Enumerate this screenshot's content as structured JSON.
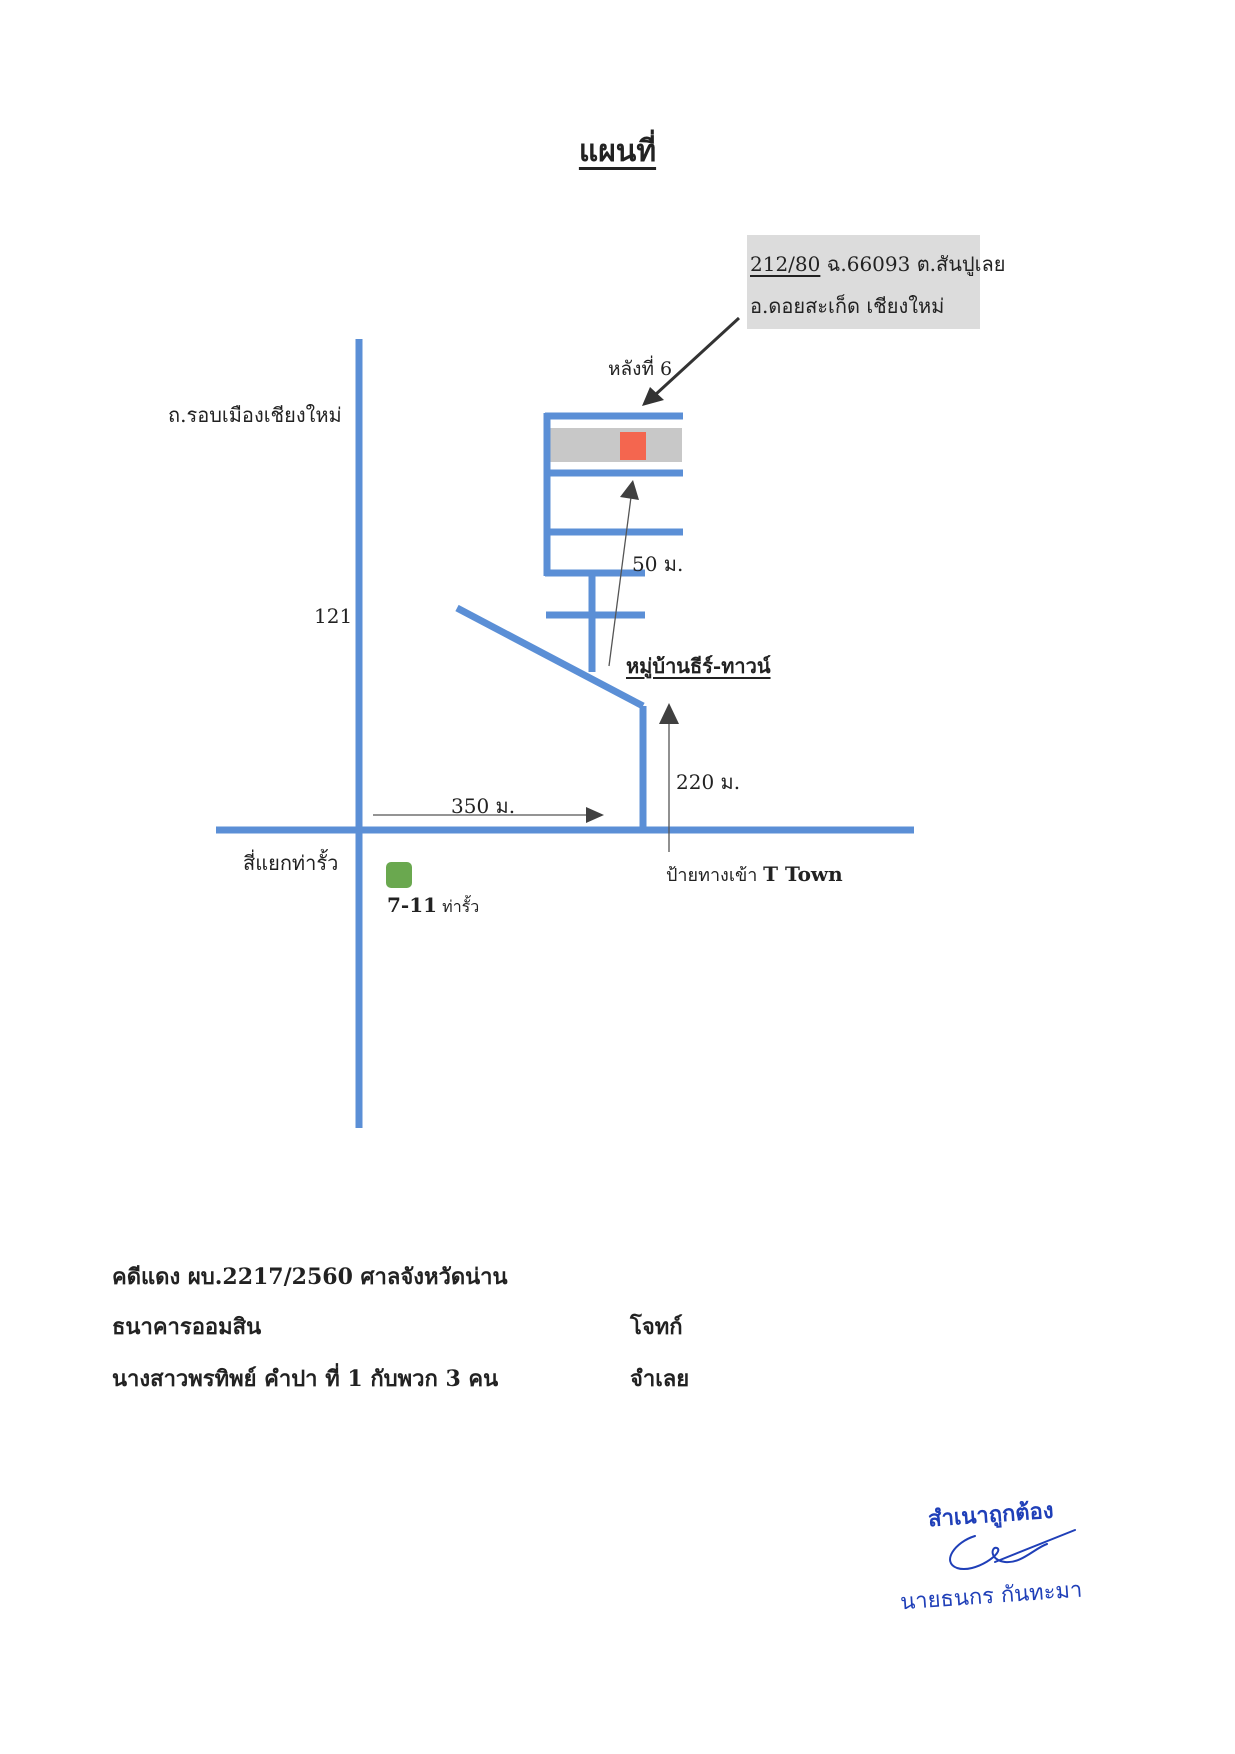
{
  "title": "แผนที่",
  "address": {
    "line1_underlined": "212/80",
    "line1_rest": " ฉ.66093 ต.สันปูเลย",
    "line2": "อ.ดอยสะเก็ด เชียงใหม่"
  },
  "labels": {
    "house_number": "หลังที่ 6",
    "ring_road": "ถ.รอบเมืองเชียงใหม่",
    "route": "121",
    "dist_50": "50 ม.",
    "village": "หมู่บ้านธีร์-ทาวน์",
    "dist_220": "220 ม.",
    "dist_350": "350 ม.",
    "intersection": "สี่แยกท่ารั้ว",
    "seven_eleven_bold": "7-11",
    "seven_eleven_rest": " ท่ารั้ว",
    "entrance_sign": "ป้ายทางเข้า ",
    "entrance_name": "T Town"
  },
  "case": {
    "line1": "คดีแดง ผบ.2217/2560 ศาลจังหวัดน่าน",
    "plaintiff_name": "ธนาคารออมสิน",
    "plaintiff_role": "โจทก์",
    "defendant_name": "นางสาวพรทิพย์  คำปา ที่ 1 กับพวก 3 คน",
    "defendant_role": "จำเลย"
  },
  "signature": {
    "stamp": "สำเนาถูกต้อง",
    "name": "นายธนกร  กันทะมา"
  },
  "colors": {
    "road": "#5b8fd6",
    "plot_gray": "#c8c8c8",
    "target_plot": "#f4664f",
    "store_marker": "#6aa84f",
    "arrow": "#404040",
    "signature_ink": "#1f3fb8"
  }
}
